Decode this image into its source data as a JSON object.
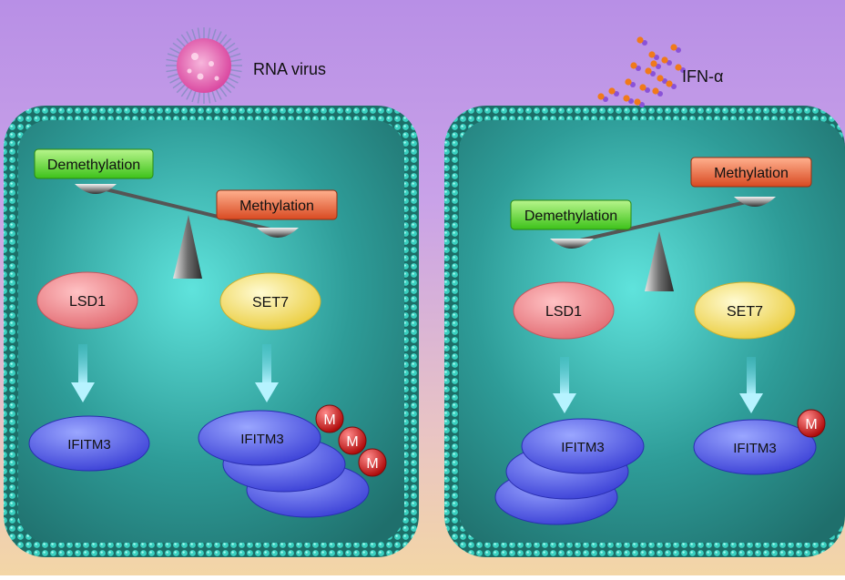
{
  "stimuli": {
    "virus_label": "RNA virus",
    "ifn_label": "IFN-α"
  },
  "left_cell": {
    "balance_up_label": "Demethylation",
    "balance_down_label": "Methylation",
    "enzyme_left": "LSD1",
    "enzyme_right": "SET7",
    "product_left": "IFITM3",
    "product_right": "IFITM3",
    "methyl_marks": [
      "M",
      "M",
      "M"
    ]
  },
  "right_cell": {
    "balance_up_label": "Methylation",
    "balance_down_label": "Demethylation",
    "enzyme_left": "LSD1",
    "enzyme_right": "SET7",
    "product_left": "IFITM3",
    "product_right": "IFITM3",
    "methyl_marks": [
      "M"
    ]
  },
  "colors": {
    "background_top": "#c39be8",
    "background_bottom": "#f2d2a8",
    "cytoplasm": "#3aa3a0",
    "membrane": "#2fb4a6",
    "demethylation_box": "#5fd83a",
    "methylation_box": "#e8633a",
    "lsd1": "#f08a90",
    "set7": "#f5e06a",
    "ifitm3": "#5b63e8",
    "methyl_mark": "#d61a1a",
    "arrow": "#8fe4f2"
  }
}
